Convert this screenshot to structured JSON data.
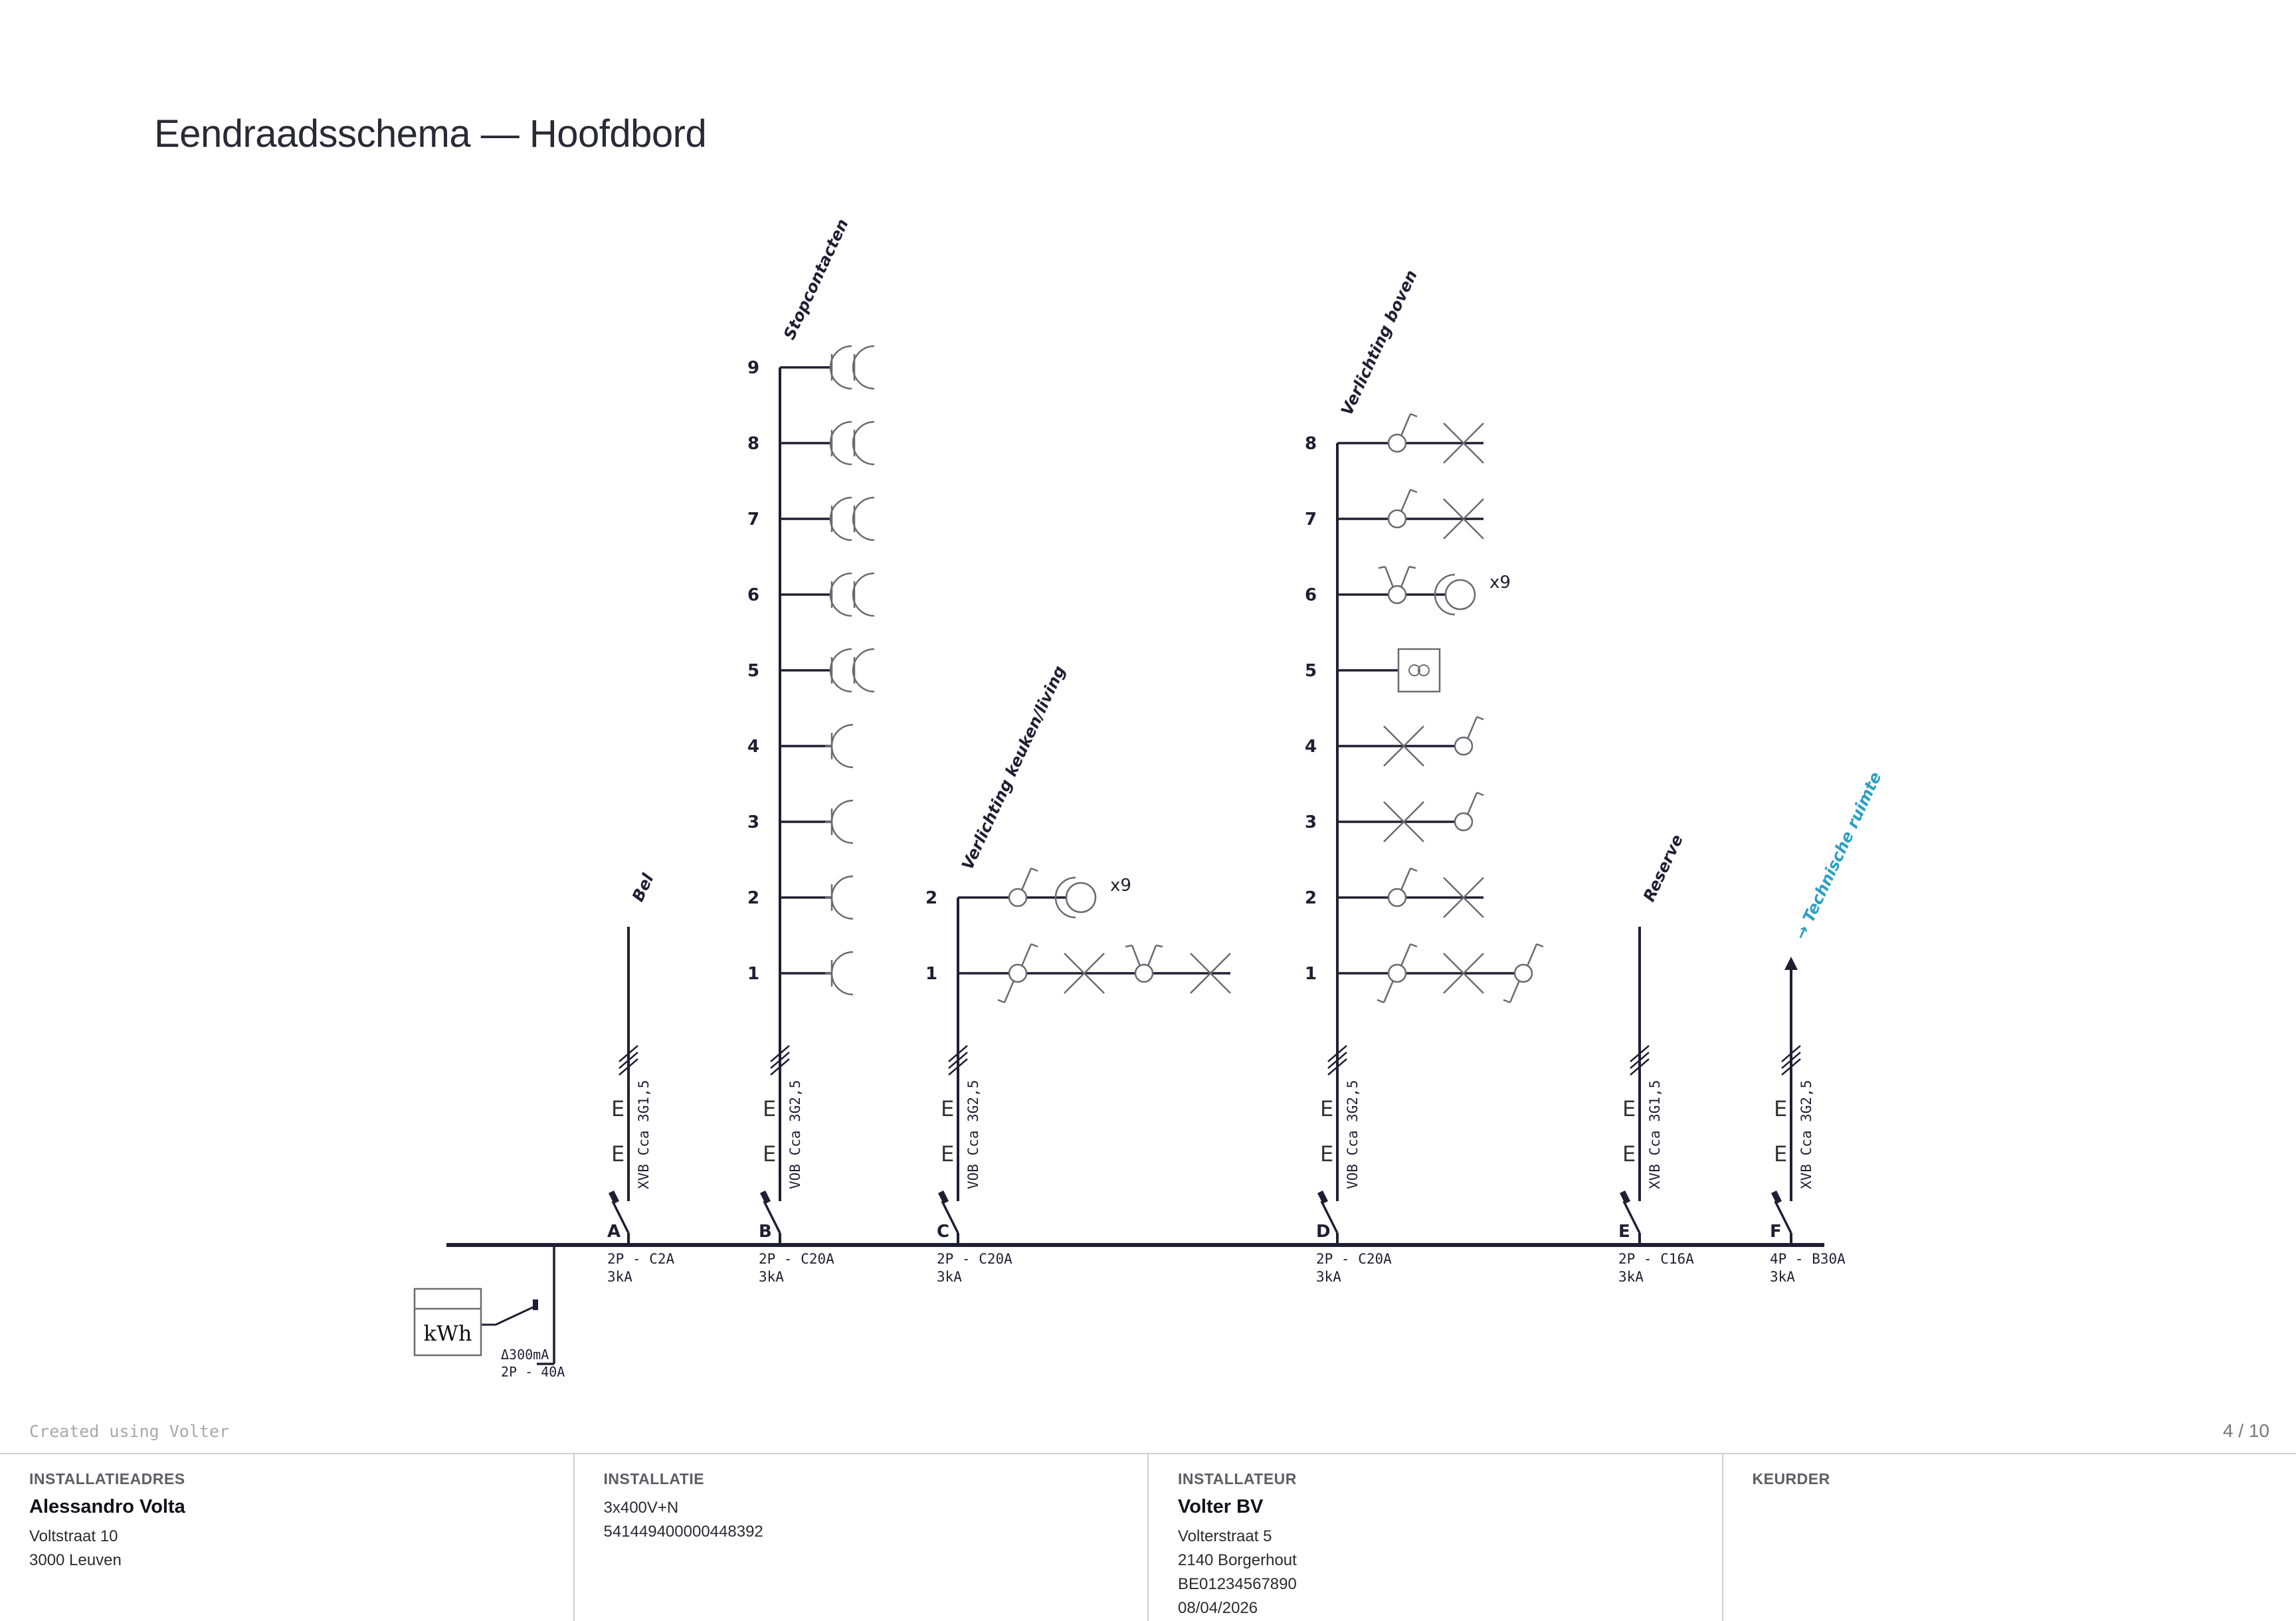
{
  "title": "Eendraadsschema — Hoofdbord",
  "main": {
    "meter_label": "kWh",
    "breaker_rating_line1": "Δ300mA",
    "breaker_rating_line2": "2P - 40A"
  },
  "circuits": [
    {
      "letter": "A",
      "name": "Bel",
      "cable": "XVB Cca 3G1,5",
      "breaker_line1": "2P - C2A",
      "breaker_line2": "3kA",
      "points": []
    },
    {
      "letter": "B",
      "name": "Stopcontacten",
      "cable": "VOB Cca 3G2,5",
      "breaker_line1": "2P - C20A",
      "breaker_line2": "3kA",
      "points": [
        {
          "n": "1",
          "items": [
            "socket"
          ]
        },
        {
          "n": "2",
          "items": [
            "socket"
          ]
        },
        {
          "n": "3",
          "items": [
            "socket"
          ]
        },
        {
          "n": "4",
          "items": [
            "socket"
          ]
        },
        {
          "n": "5",
          "items": [
            "socket-double"
          ]
        },
        {
          "n": "6",
          "items": [
            "socket-double"
          ]
        },
        {
          "n": "7",
          "items": [
            "socket-double"
          ]
        },
        {
          "n": "8",
          "items": [
            "socket-double"
          ]
        },
        {
          "n": "9",
          "items": [
            "socket-double"
          ]
        }
      ]
    },
    {
      "letter": "C",
      "name": "Verlichting keuken/living",
      "cable": "VOB Cca 3G2,5",
      "breaker_line1": "2P - C20A",
      "breaker_line2": "3kA",
      "points": [
        {
          "n": "1",
          "items": [
            "switch-two-way",
            "lamp",
            "switch-double",
            "lamp"
          ]
        },
        {
          "n": "2",
          "items": [
            "switch",
            "spot"
          ],
          "count": "x9"
        }
      ]
    },
    {
      "letter": "D",
      "name": "Verlichting boven",
      "cable": "VOB Cca 3G2,5",
      "breaker_line1": "2P - C20A",
      "breaker_line2": "3kA",
      "points": [
        {
          "n": "1",
          "items": [
            "switch-two-way",
            "lamp",
            "switch-two-way"
          ]
        },
        {
          "n": "2",
          "items": [
            "switch",
            "lamp"
          ]
        },
        {
          "n": "3",
          "items": [
            "lamp",
            "switch"
          ]
        },
        {
          "n": "4",
          "items": [
            "lamp",
            "switch"
          ]
        },
        {
          "n": "5",
          "items": [
            "motion-detector"
          ]
        },
        {
          "n": "6",
          "items": [
            "switch-double",
            "spot"
          ],
          "count": "x9"
        },
        {
          "n": "7",
          "items": [
            "switch",
            "lamp"
          ]
        },
        {
          "n": "8",
          "items": [
            "switch",
            "lamp"
          ]
        }
      ]
    },
    {
      "letter": "E",
      "name": "Reserve",
      "cable": "XVB Cca 3G1,5",
      "breaker_line1": "2P - C16A",
      "breaker_line2": "3kA",
      "points": []
    },
    {
      "letter": "F",
      "name": "→ Technische ruimte",
      "cable": "XVB Cca 3G2,5",
      "breaker_line1": "4P - B30A",
      "breaker_line2": "3kA",
      "points": [],
      "link": true
    }
  ],
  "watermark": "Created using Volter",
  "page_number": "4 / 10",
  "footer": {
    "address": {
      "label": "INSTALLATIEADRES",
      "name": "Alessandro Volta",
      "lines": [
        "Voltstraat 10",
        "3000 Leuven"
      ]
    },
    "installation": {
      "label": "INSTALLATIE",
      "lines": [
        "3x400V+N",
        "541449400000448392"
      ]
    },
    "installer": {
      "label": "INSTALLATEUR",
      "name": "Volter BV",
      "lines": [
        "Volterstraat 5",
        "2140 Borgerhout",
        "BE01234567890",
        "08/04/2026"
      ]
    },
    "inspector": {
      "label": "KEURDER"
    }
  },
  "colors": {
    "line": "#1f1f33",
    "symbol": "#6a6a72",
    "link": "#2b9fc4"
  }
}
